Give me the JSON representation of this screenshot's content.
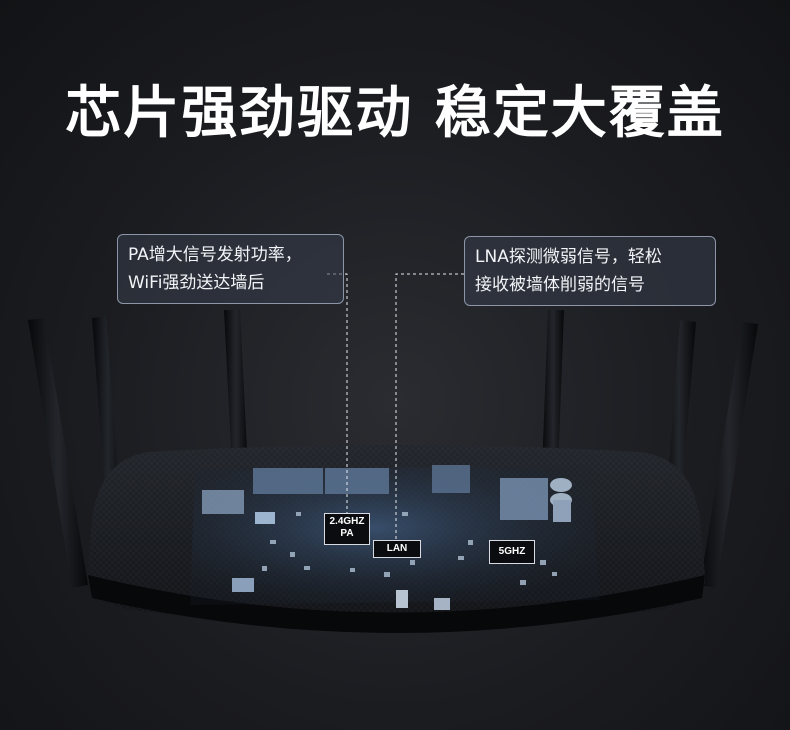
{
  "headline": "芯片强劲驱动 稳定大覆盖",
  "callouts": {
    "pa": {
      "line1": "PA增大信号发射功率，",
      "line2": "WiFi强劲送达墙后"
    },
    "lna": {
      "line1": "LNA探测微弱信号，轻松",
      "line2": "接收被墙体削弱的信号"
    }
  },
  "chip_labels": {
    "pa_24_line1": "2.4GHZ",
    "pa_24_line2": "PA",
    "lan": "LAN",
    "ghz5": "5GHZ"
  },
  "colors": {
    "background": "#1b1c20",
    "router_body": "#0d0e10",
    "board_highlight": "#3f5a7a",
    "callout_border": "#8c96a8"
  }
}
